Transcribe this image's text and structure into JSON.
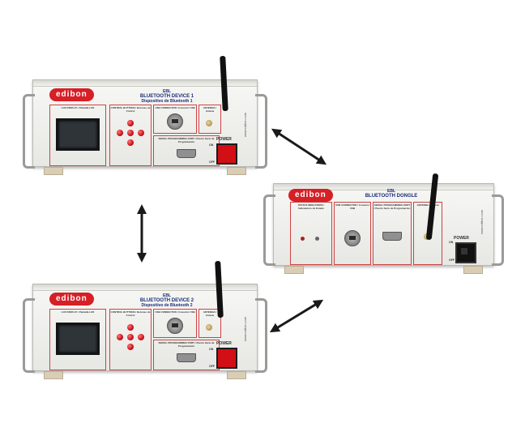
{
  "device1": {
    "logo": "edibon",
    "model": "EBL",
    "title_en": "BLUETOOTH DEVICE 1",
    "title_es": "Dispositivo de Bluetooth 1",
    "panel_lcd": "LCD DISPLAY / Pantalla LCD",
    "panel_buttons": "CONTROL BUTTONS / Botones de Control",
    "panel_usb": "USB CONNECTOR / Conector USB",
    "panel_serial": "SERIAL PROGRAMMING PORT / Puerto Serie de Programación",
    "panel_antenna": "ANTENNA / Antena",
    "power_label": "POWER",
    "on_label": "ON",
    "off_label": "OFF",
    "website": "www.edibon.com"
  },
  "device2": {
    "logo": "edibon",
    "model": "EBL",
    "title_en": "BLUETOOTH DEVICE 2",
    "title_es": "Dispositivo de Bluetooth 2",
    "panel_lcd": "LCD DISPLAY / Pantalla LCD",
    "panel_buttons": "CONTROL BUTTONS / Botones de Control",
    "panel_usb": "USB CONNECTOR / Conector USB",
    "panel_serial": "SERIAL PROGRAMMING PORT / Puerto Serie de Programación",
    "panel_antenna": "ANTENNA / Antena",
    "power_label": "POWER",
    "on_label": "ON",
    "off_label": "OFF",
    "website": "www.edibon.com"
  },
  "dongle": {
    "logo": "edibon",
    "model": "EBL",
    "title_en": "BLUETOOTH DONGLE",
    "panel_status": "STATUS INDICATORS / Indicadores de Estado",
    "panel_usb": "USB CONNECTOR / Conector USB",
    "panel_serial": "SERIAL PROGRAMMING PORT / Puerto Serie de Programación",
    "panel_antenna": "ANTENNA / Antena",
    "power_label": "POWER",
    "on_label": "ON",
    "off_label": "OFF",
    "website": "www.edibon.com"
  },
  "colors": {
    "brand_red": "#d61f26",
    "title_blue": "#1b2c7a",
    "arrow": "#1a1a1a"
  }
}
